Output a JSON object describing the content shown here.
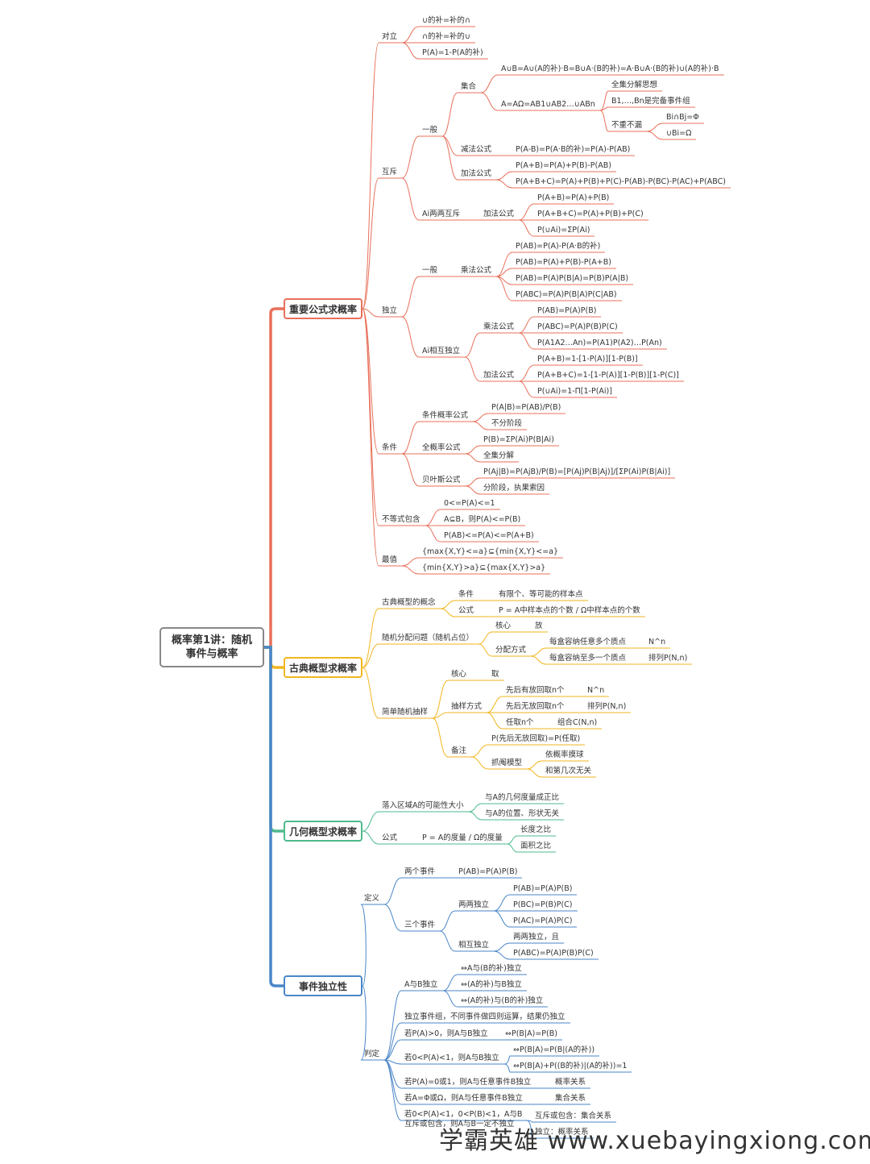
{
  "root": {
    "line1": "概率第1讲：随机",
    "line2": "事件与概率"
  },
  "branches": [
    {
      "id": "b1",
      "label": "重要公式求概率",
      "color": "#e8705a"
    },
    {
      "id": "b2",
      "label": "古典概型求概率",
      "color": "#f2b61e"
    },
    {
      "id": "b3",
      "label": "几何概型求概率",
      "color": "#4cba8c"
    },
    {
      "id": "b4",
      "label": "事件独立性",
      "color": "#4a86c8"
    }
  ],
  "nodes": {
    "n1": "对立",
    "n2": "∪的补=补的∩",
    "n3": "∩的补=补的∪",
    "n4": "P(A)=1-P(A的补)",
    "n5": "互斥",
    "n6": "一般",
    "n7": "集合",
    "n8": "A∪B=A∪(A的补)·B=B∪A·(B的补)=A·B∪A·(B的补)∪(A的补)·B",
    "n9": "A=AΩ=AB1∪AB2…∪ABn",
    "n10": "全集分解思想",
    "n11": "B1,…,Bn是完备事件组",
    "n12": "不重不漏",
    "n13": "Bi∩Bj=Φ",
    "n14": "∪Bi=Ω",
    "n15": "减法公式",
    "n16": "P(A-B)=P(A·B的补)=P(A)-P(AB)",
    "n17": "加法公式",
    "n18": "P(A+B)=P(A)+P(B)-P(AB)",
    "n19": "P(A+B+C)=P(A)+P(B)+P(C)-P(AB)-P(BC)-P(AC)+P(ABC)",
    "n20": "Ai两两互斥",
    "n21": "加法公式",
    "n22": "P(A+B)=P(A)+P(B)",
    "n23": "P(A+B+C)=P(A)+P(B)+P(C)",
    "n24": "P(∪Ai)=ΣP(Ai)",
    "n25": "独立",
    "n26": "一般",
    "n27": "乘法公式",
    "n28": "P(AB)=P(A)-P(A·B的补)",
    "n29": "P(AB)=P(A)+P(B)-P(A+B)",
    "n30": "P(AB)=P(A)P(B|A)=P(B)P(A|B)",
    "n31": "P(ABC)=P(A)P(B|A)P(C|AB)",
    "n32": "Ai相互独立",
    "n33": "乘法公式",
    "n34": "P(AB)=P(A)P(B)",
    "n35": "P(ABC)=P(A)P(B)P(C)",
    "n36": "P(A1A2…An)=P(A1)P(A2)…P(An)",
    "n37": "加法公式",
    "n38": "P(A+B)=1-[1-P(A)][1-P(B)]",
    "n39": "P(A+B+C)=1-[1-P(A)][1-P(B)][1-P(C)]",
    "n40": "P(∪Ai)=1-Π[1-P(Ai)]",
    "n41": "条件",
    "n42": "条件概率公式",
    "n43": "P(A|B)=P(AB)/P(B)",
    "n44": "不分阶段",
    "n45": "全概率公式",
    "n46": "P(B)=ΣP(Ai)P(B|Ai)",
    "n47": "全集分解",
    "n48": "贝叶斯公式",
    "n49": "P(Aj|B)=P(AjB)/P(B)=[P(Aj)P(B|Aj)]/[ΣP(Ai)P(B|Ai)]",
    "n50": "分阶段，执果索因",
    "n51": "不等式包含",
    "n52": "0<=P(A)<=1",
    "n53": "A⊆B，则P(A)<=P(B)",
    "n54": "P(AB)<=P(A)<=P(A+B)",
    "n55": "最值",
    "n56": "{max{X,Y}<=a}⊆{min{X,Y}<=a}",
    "n57": "{min{X,Y}>a}⊆{max{X,Y}>a}",
    "m1": "古典概型的概念",
    "m2": "条件",
    "m3": "有限个、等可能的样本点",
    "m4": "公式",
    "m5": "P = A中样本点的个数 / Ω中样本点的个数",
    "m6": "随机分配问题（随机占位）",
    "m7": "核心",
    "m8": "放",
    "m9": "分配方式",
    "m10": "每盒容纳任意多个质点",
    "m11": "N^n",
    "m12": "每盒容纳至多一个质点",
    "m13": "排列P(N,n)",
    "m14": "简单随机抽样",
    "m15": "核心",
    "m16": "取",
    "m17": "抽样方式",
    "m18": "先后有放回取n个",
    "m19": "N^n",
    "m20": "先后无放回取n个",
    "m21": "排列P(N,n)",
    "m22": "任取n个",
    "m23": "组合C(N,n)",
    "m24": "备注",
    "m25": "P(先后无放回取)=P(任取)",
    "m26": "抓阄模型",
    "m27": "依概率摸球",
    "m28": "和第几次无关",
    "g1": "落入区域A的可能性大小",
    "g2": "与A的几何度量成正比",
    "g3": "与A的位置、形状无关",
    "g4": "公式",
    "g5": "P = A的度量 / Ω的度量",
    "g6": "长度之比",
    "g7": "面积之比",
    "d1": "定义",
    "d2": "两个事件",
    "d3": "P(AB)=P(A)P(B)",
    "d4": "三个事件",
    "d5": "两两独立",
    "d6": "P(AB)=P(A)P(B)",
    "d7": "P(BC)=P(B)P(C)",
    "d8": "P(AC)=P(A)P(C)",
    "d9": "相互独立",
    "d10": "两两独立，且",
    "d11": "P(ABC)=P(A)P(B)P(C)",
    "d12": "判定",
    "d13": "A与B独立",
    "d14": "⇔A与(B的补)独立",
    "d15": "⇔(A的补)与B独立",
    "d16": "⇔(A的补)与(B的补)独立",
    "d17": "独立事件组，不同事件做四则运算，结果仍独立",
    "d18": "若P(A)>0，则A与B独立",
    "d19": "⇔P(B|A)=P(B)",
    "d20": "若0<P(A)<1，则A与B独立",
    "d21": "⇔P(B|A)=P(B|(A的补))",
    "d22": "⇔P(B|A)+P((B的补)|(A的补))=1",
    "d23": "若P(A)=0或1，则A与任意事件B独立",
    "d24": "概率关系",
    "d25": "若A=Φ或Ω，则A与任意事件B独立",
    "d26": "集合关系",
    "d27a": "若0<P(A)<1，0<P(B)<1，A与B",
    "d27b": "互斥或包含，则A与B一定不独立",
    "d28": "互斥或包含：集合关系",
    "d29": "独立：概率关系"
  },
  "watermark": "学霸英雄 www.xuebayingxiong.com"
}
